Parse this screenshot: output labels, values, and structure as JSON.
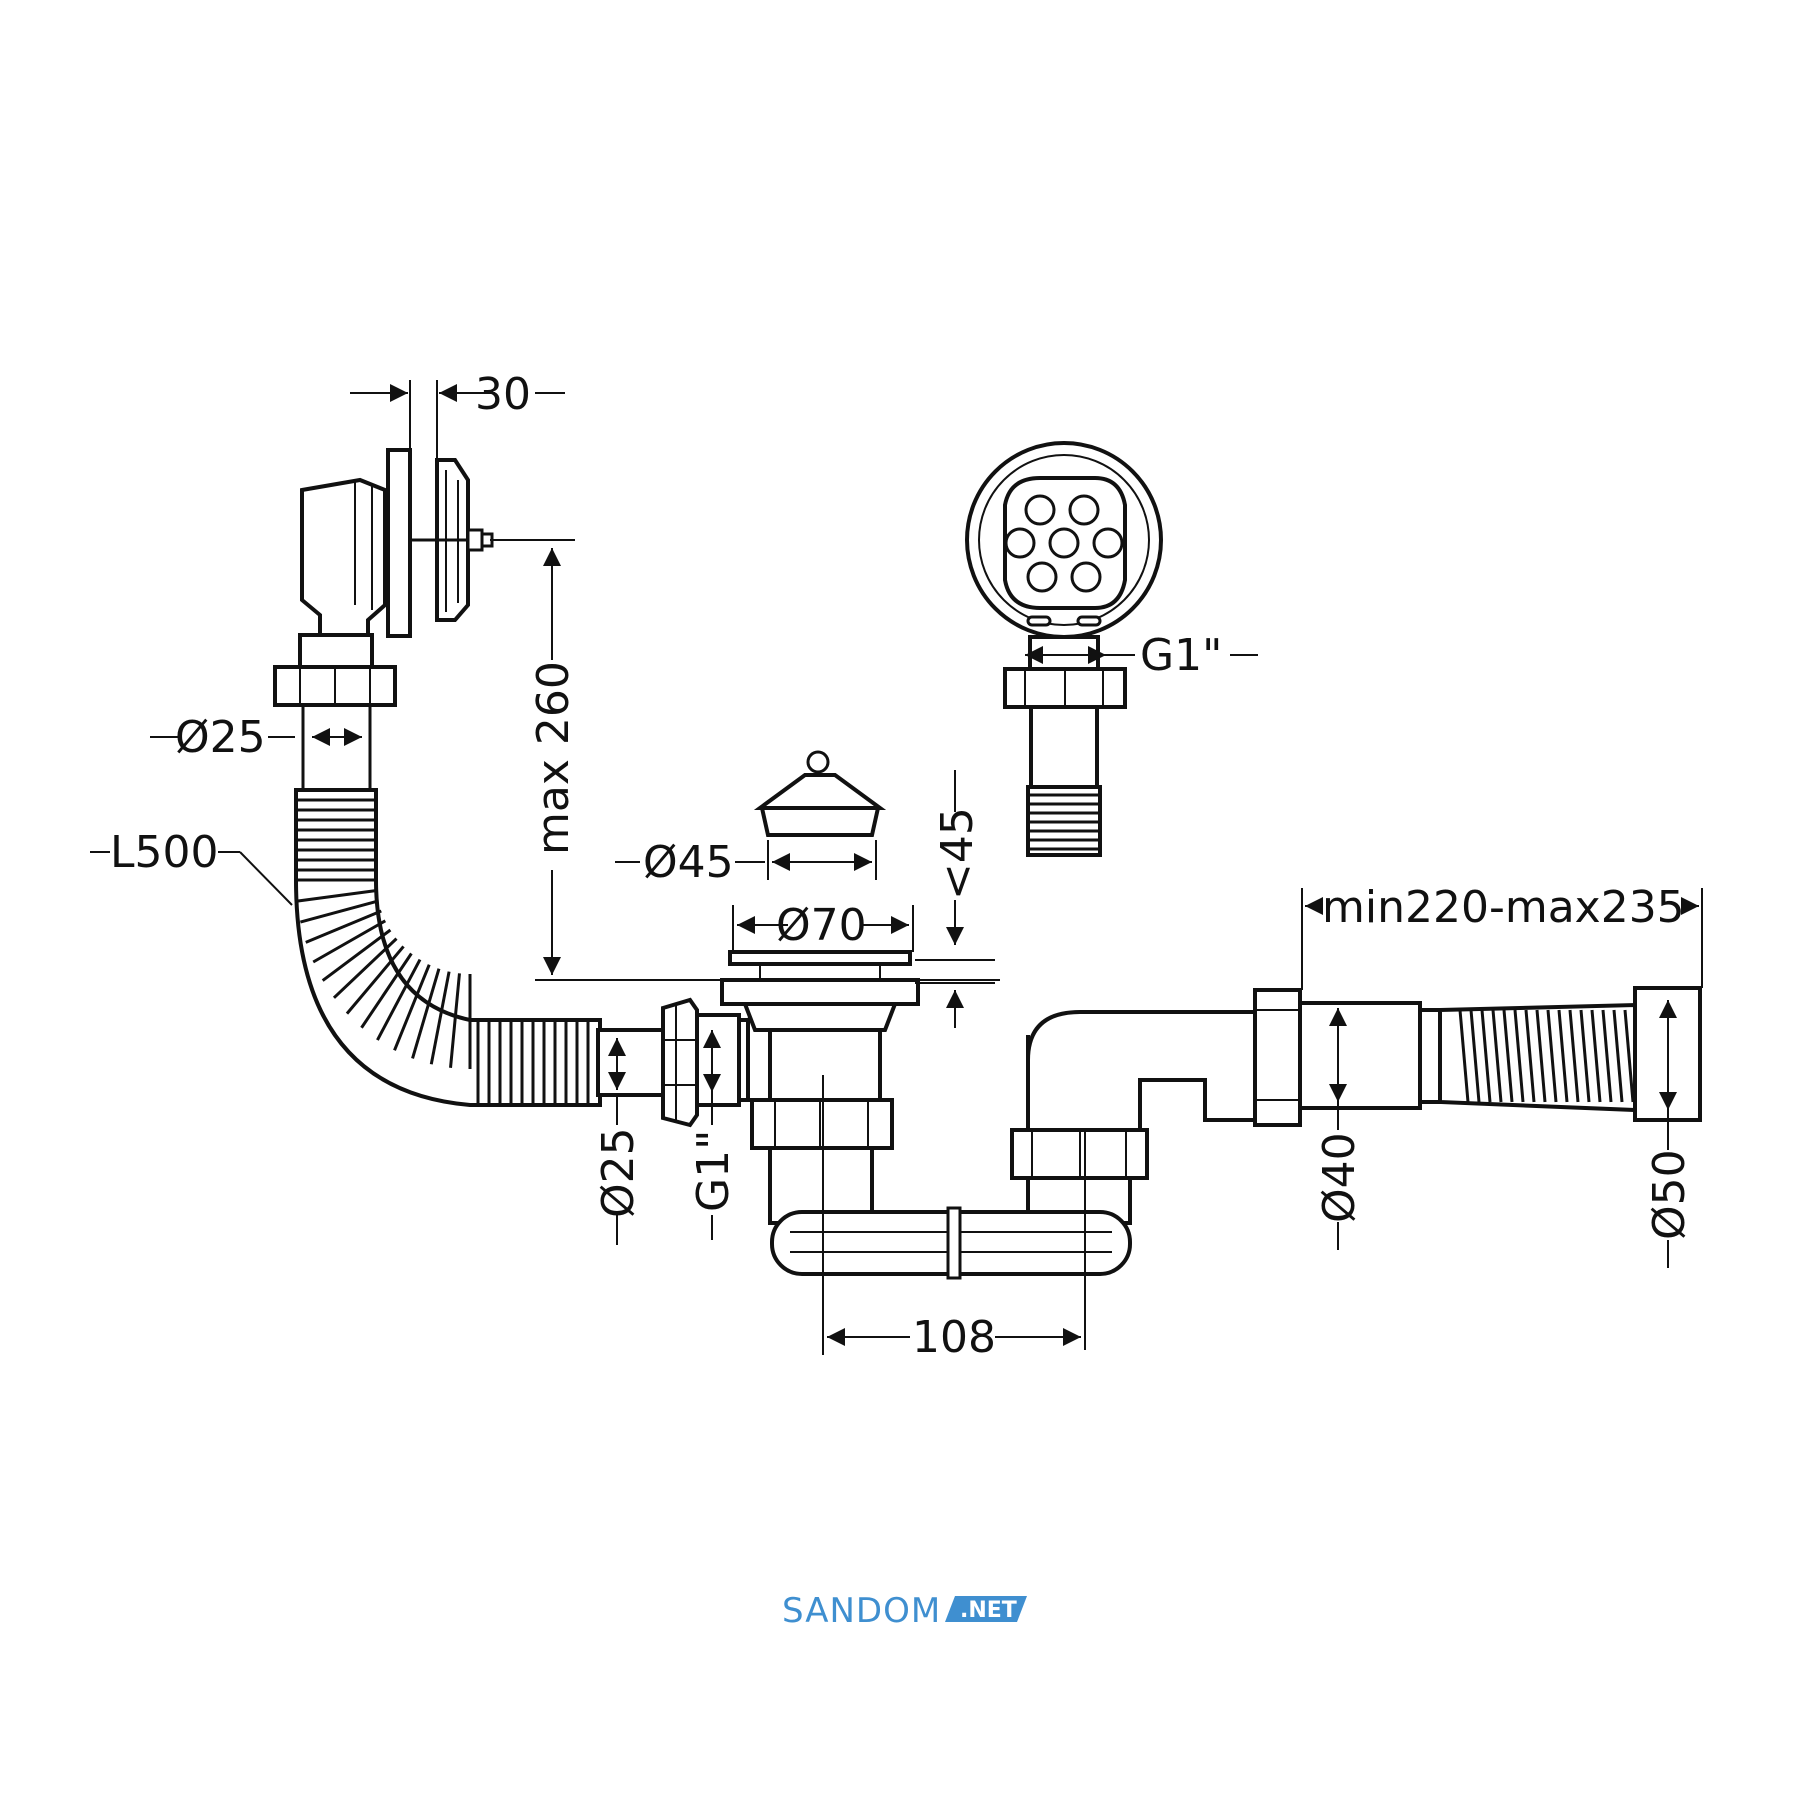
{
  "drawing": {
    "dimensions": {
      "overflow_thickness": "30",
      "overflow_pipe_diameter": "Ø25",
      "hose_length": "L500",
      "max_height": "max 260",
      "plug_diameter": "Ø45",
      "waste_diameter": "Ø70",
      "waste_height": "<45",
      "grate_thread": "G1\"",
      "adjust_length": "min220-max235",
      "inlet_pipe_diameter": "Ø25",
      "inlet_thread": "G1\"",
      "outlet_diameter": "Ø40",
      "hose_end_diameter": "Ø50",
      "trap_spacing": "108"
    }
  },
  "brand": {
    "name": "SANDOM",
    "tag": ".NET",
    "color": "#3f8fd0"
  }
}
